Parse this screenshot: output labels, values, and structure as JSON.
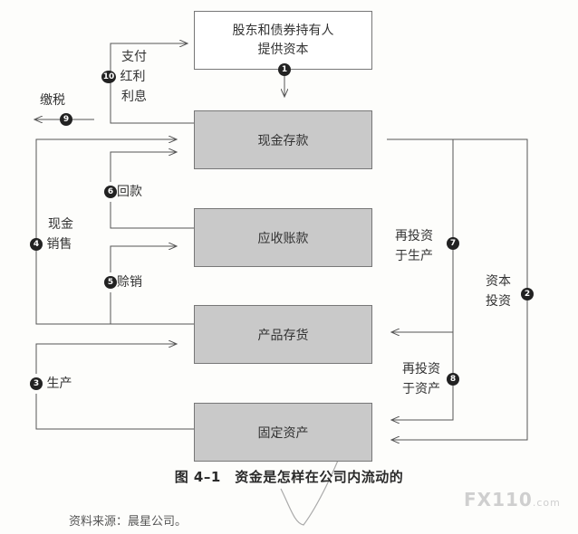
{
  "boxes": {
    "investors": [
      "股东和债券持有人",
      "提供资本"
    ],
    "cash": "现金存款",
    "receivables": "应收账款",
    "inventory": "产品存货",
    "fixed_assets": "固定资产"
  },
  "flows": {
    "f1": "1",
    "f2": {
      "num": "2",
      "label": [
        "资本",
        "投资"
      ]
    },
    "f3": {
      "num": "3",
      "label": "生产"
    },
    "f4": {
      "num": "4",
      "label": [
        "现金",
        "销售"
      ]
    },
    "f5": {
      "num": "5",
      "label": "赊销"
    },
    "f6": {
      "num": "6",
      "label": "回款"
    },
    "f7": {
      "num": "7",
      "label": [
        "再投资",
        "于生产"
      ]
    },
    "f8": {
      "num": "8",
      "label": [
        "再投资",
        "于资产"
      ]
    },
    "f9": {
      "num": "9",
      "label": "缴税"
    },
    "f10": {
      "num": "10",
      "label": [
        "支付",
        "红利",
        "利息"
      ]
    }
  },
  "caption": "图 4–1　资金是怎样在公司内流动的",
  "source": "资料来源：晨星公司。",
  "watermark": {
    "main": "FX110",
    "suffix": ".com"
  }
}
